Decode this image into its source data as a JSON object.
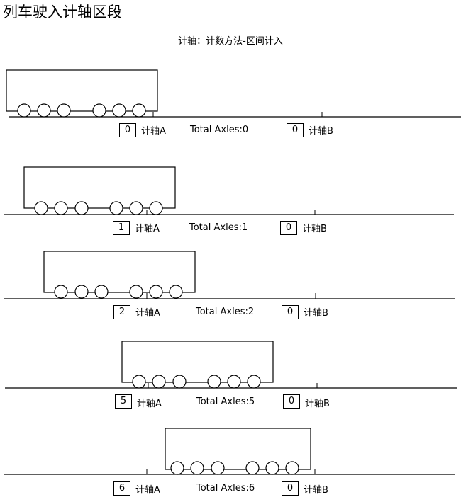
{
  "title": "列车驶入计轴区段",
  "subtitle": "计轴：计数方法-区间计入",
  "total_prefix": "Total Axles:",
  "counter_a_label": "计轴A",
  "counter_b_label": "计轴B",
  "stages": [
    {
      "counter_a": "0",
      "counter_b": "0",
      "total": "0"
    },
    {
      "counter_a": "1",
      "counter_b": "0",
      "total": "1"
    },
    {
      "counter_a": "2",
      "counter_b": "0",
      "total": "2"
    },
    {
      "counter_a": "5",
      "counter_b": "0",
      "total": "5"
    },
    {
      "counter_a": "6",
      "counter_b": "0",
      "total": "6"
    }
  ]
}
